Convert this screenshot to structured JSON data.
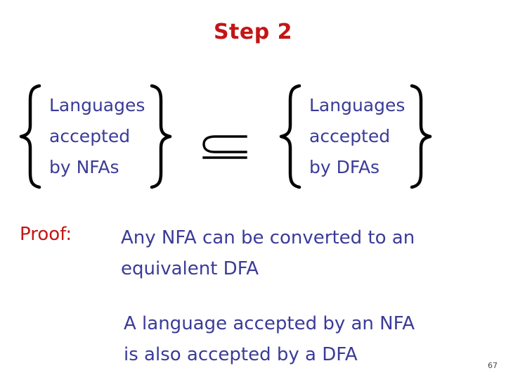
{
  "slide": {
    "title": "Step 2",
    "page_number": "67",
    "colors": {
      "title_red": "#c41515",
      "body_blue": "#3b3b99",
      "brace_black": "#000000",
      "background": "#ffffff"
    }
  },
  "sets": {
    "left": {
      "name": "languages-accepted-by-nfas",
      "lines": [
        "Languages",
        "accepted",
        "by NFAs"
      ],
      "open_brace": "{",
      "close_brace": "}"
    },
    "relation": {
      "symbol": "⊆",
      "icon": "subset-or-equal-icon"
    },
    "right": {
      "name": "languages-accepted-by-dfas",
      "lines": [
        "Languages",
        "accepted",
        "by DFAs"
      ],
      "open_brace": "{",
      "close_brace": "}"
    }
  },
  "proof": {
    "label": "Proof:",
    "body_lines": [
      "Any NFA can be converted to an",
      "equivalent DFA"
    ],
    "note_lines": [
      "A language accepted by an NFA",
      "is also accepted by a DFA"
    ]
  }
}
